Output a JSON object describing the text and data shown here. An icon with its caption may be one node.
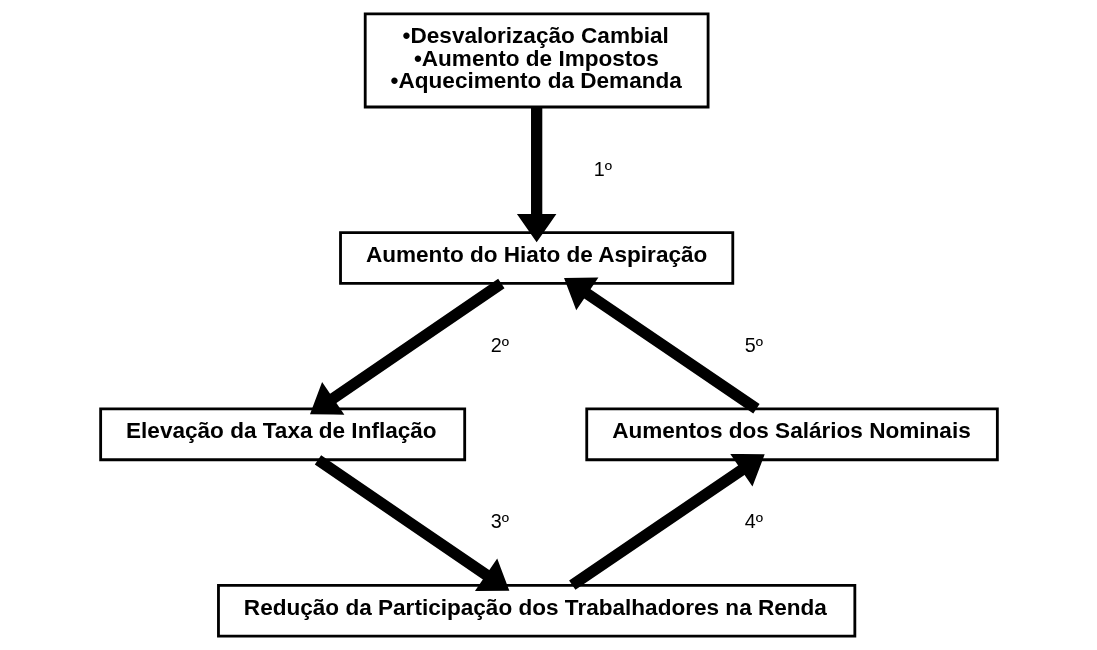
{
  "diagram": {
    "nodes": [
      {
        "text": [
          "•Desvalorização Cambial",
          "•Aumento de Impostos",
          "•Aquecimento da Demanda"
        ]
      },
      {
        "text": [
          "Aumento do Hiato de Aspiração"
        ]
      },
      {
        "text": [
          "Elevação da Taxa de Inflação"
        ]
      },
      {
        "text": [
          "Redução da Participação dos Trabalhadores na Renda"
        ]
      },
      {
        "text": [
          "Aumentos dos Salários Nominais"
        ]
      }
    ],
    "edges": [
      {
        "from": 0,
        "to": 1,
        "arrow": "to",
        "label": "1º"
      },
      {
        "from": 1,
        "to": 2,
        "arrow": "to",
        "label": "2º"
      },
      {
        "from": 2,
        "to": 3,
        "arrow": "to",
        "label": "3º"
      },
      {
        "from": 3,
        "to": 4,
        "arrow": "to",
        "label": "4º"
      },
      {
        "from": 4,
        "to": 1,
        "arrow": "to",
        "label": "5º"
      }
    ]
  }
}
